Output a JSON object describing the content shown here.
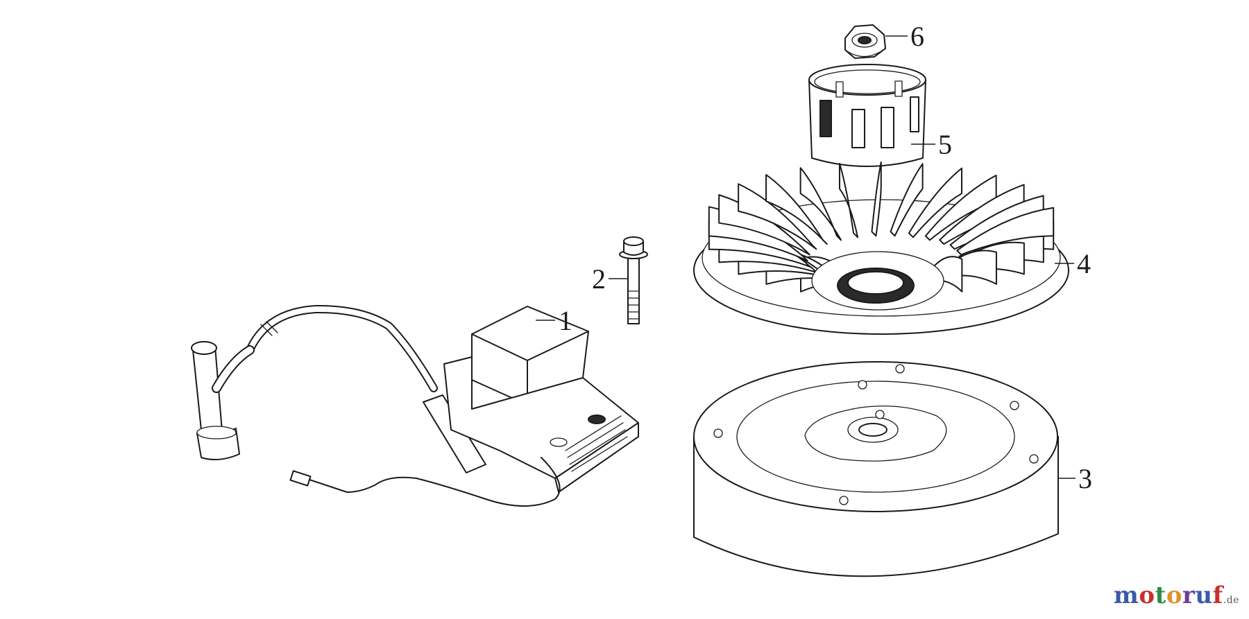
{
  "callouts": [
    {
      "id": "1",
      "label": "1"
    },
    {
      "id": "2",
      "label": "2"
    },
    {
      "id": "3",
      "label": "3"
    },
    {
      "id": "4",
      "label": "4"
    },
    {
      "id": "5",
      "label": "5"
    },
    {
      "id": "6",
      "label": "6"
    }
  ],
  "watermark": {
    "letters": [
      "m",
      "o",
      "t",
      "o",
      "r",
      "u",
      "f"
    ],
    "tld": ".de"
  }
}
